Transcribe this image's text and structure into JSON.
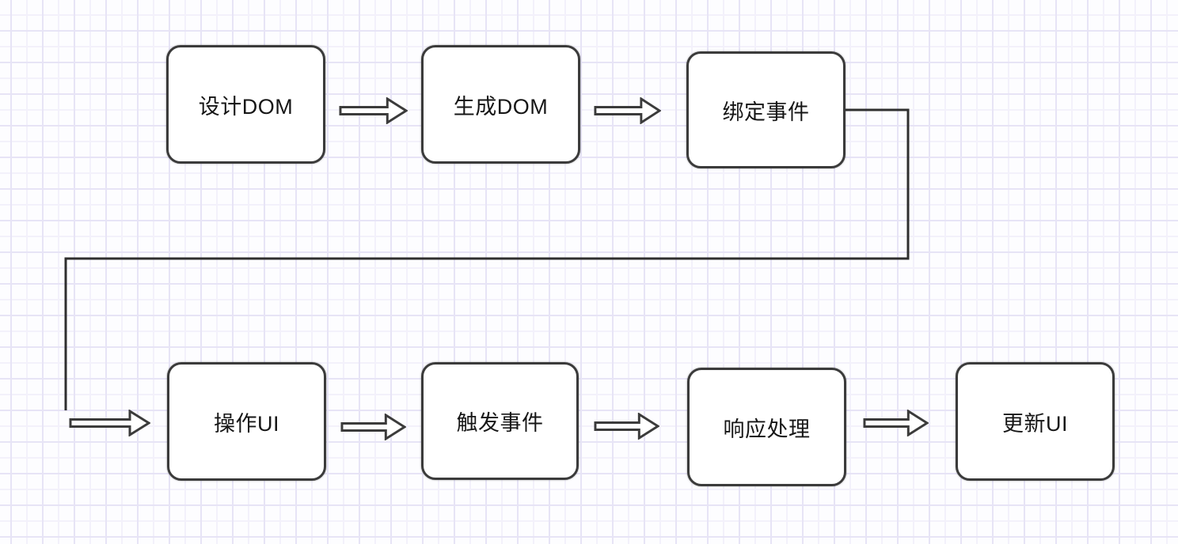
{
  "diagram": {
    "type": "flowchart",
    "nodes": [
      {
        "id": "design-dom",
        "label": "设计DOM"
      },
      {
        "id": "generate-dom",
        "label": "生成DOM"
      },
      {
        "id": "bind-event",
        "label": "绑定事件"
      },
      {
        "id": "operate-ui",
        "label": "操作UI"
      },
      {
        "id": "trigger-event",
        "label": "触发事件"
      },
      {
        "id": "response-handle",
        "label": "响应处理"
      },
      {
        "id": "update-ui",
        "label": "更新UI"
      }
    ],
    "connections": [
      {
        "from": "设计DOM",
        "to": "生成DOM",
        "style": "hollow-block-arrow"
      },
      {
        "from": "生成DOM",
        "to": "绑定事件",
        "style": "hollow-block-arrow"
      },
      {
        "from": "绑定事件",
        "to": "操作UI",
        "style": "elbow-line-right-down-left-down-then-block-arrow"
      },
      {
        "from": "操作UI",
        "to": "触发事件",
        "style": "hollow-block-arrow"
      },
      {
        "from": "触发事件",
        "to": "响应处理",
        "style": "hollow-block-arrow"
      },
      {
        "from": "响应处理",
        "to": "更新UI",
        "style": "hollow-block-arrow"
      }
    ]
  },
  "colors": {
    "background": "#fdfdff",
    "grid_minor": "#f3f1fb",
    "grid_major": "#e7e4f6",
    "node_fill": "#ffffff",
    "node_border": "#3b3b3b",
    "connector": "#2f2f2f",
    "text": "#161616"
  }
}
